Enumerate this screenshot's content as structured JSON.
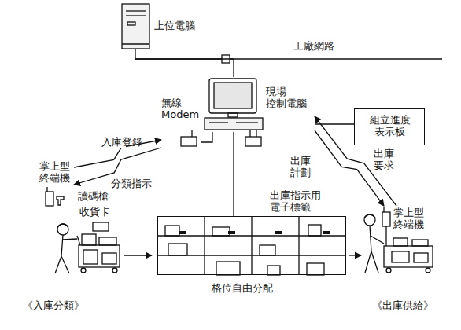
{
  "diagram": {
    "nodes": [
      {
        "text": [
          "上位電腦"
        ]
      },
      {
        "text": [
          "現場 控制電腦"
        ]
      },
      {
        "text": [
          "無線 Modem"
        ]
      },
      {
        "text": [
          "組立進度 表示板"
        ]
      },
      {
        "text": [
          "掌上型 終端機"
        ]
      },
      {
        "text": [
          "出庫指示用 電子標籤",
          "格位自由分配"
        ]
      },
      {
        "text": [
          "掌上型 終端機"
        ]
      }
    ],
    "edges": [
      {
        "from": 0,
        "to": 1,
        "arrow": "none"
      },
      {
        "from": 1,
        "to": 3,
        "arrow": "none"
      },
      {
        "from": 1,
        "to": 2,
        "arrow": "none"
      },
      {
        "from": 1,
        "to": 5,
        "arrow": "none"
      },
      {
        "from": 4,
        "to": 2,
        "label": "入庫登錄",
        "arrow": "to"
      },
      {
        "from": 2,
        "to": 4,
        "label": "分類指示",
        "arrow": "to"
      },
      {
        "from": 6,
        "to": 1,
        "label": "出庫 要求",
        "arrow": "to"
      },
      {
        "from": 1,
        "to": 6,
        "label": "出庫 計劃",
        "arrow": "to"
      }
    ],
    "labels": [
      "工廠網路",
      "讀碼槍",
      "收貨卡",
      "《入庫分類》",
      "《出庫供給》"
    ]
  }
}
